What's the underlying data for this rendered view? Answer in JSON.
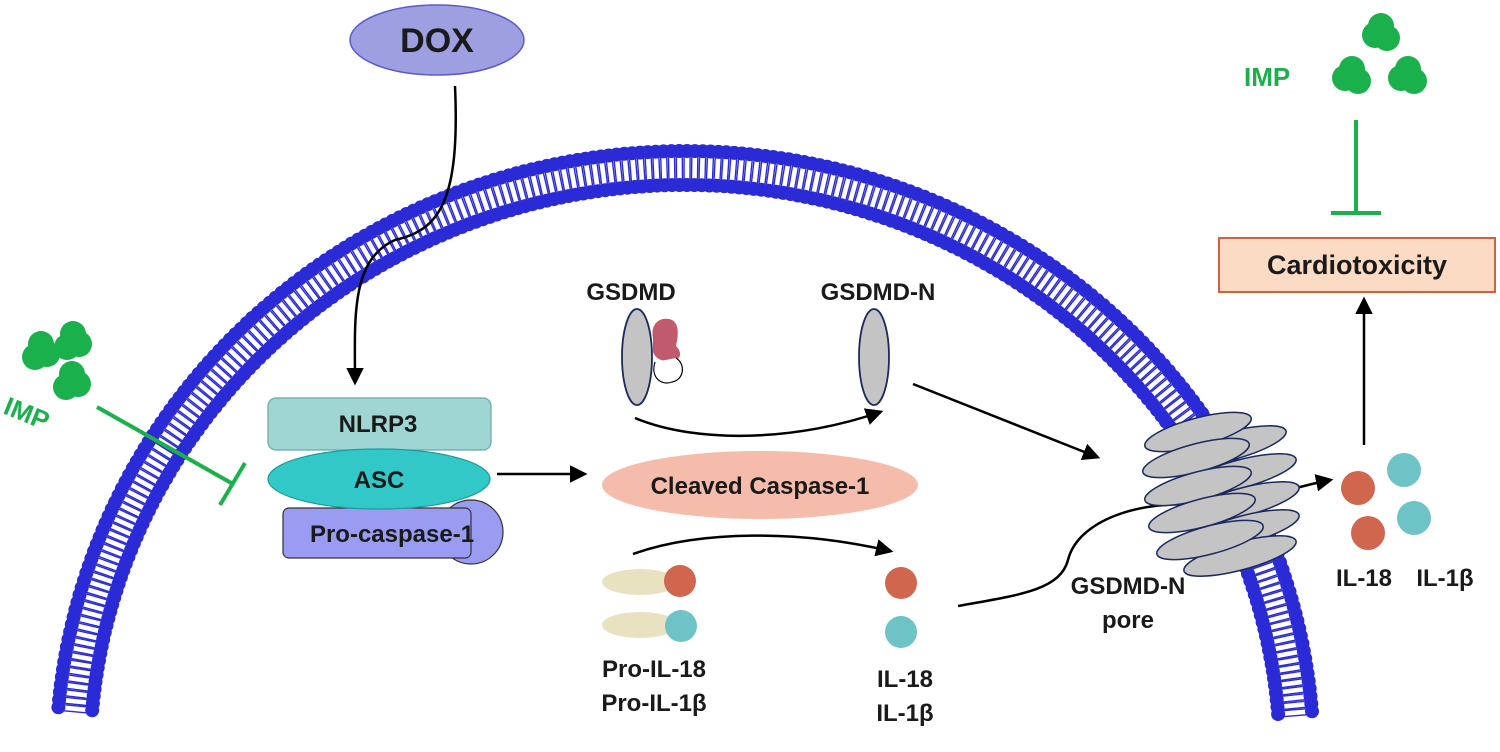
{
  "labels": {
    "dox": "DOX",
    "imp_left": "IMP",
    "imp_right": "IMP",
    "nlrp3": "NLRP3",
    "asc": "ASC",
    "pro_caspase": "Pro-caspase-1",
    "gsdmd": "GSDMD",
    "gsdmd_n": "GSDMD-N",
    "cleaved_caspase": "Cleaved Caspase-1",
    "pro_il18": "Pro-IL-18",
    "pro_il1b": "Pro-IL-1β",
    "il18_mid": "IL-18",
    "il1b_mid": "IL-1β",
    "pore_line1": "GSDMD-N",
    "pore_line2": "pore",
    "il18_out": "IL-18",
    "il1b_out": "IL-1β",
    "cardiotoxicity": "Cardiotoxicity"
  },
  "colors": {
    "membrane": "#2a2ad6",
    "imp_green": "#1ab04b",
    "dox_fill": "#9e9fe0",
    "nlrp3_fill": "#9fd6d4",
    "asc_fill": "#33c8c8",
    "procasp_fill": "#9a9cf2",
    "cleaved_fill": "#f6bcab",
    "il18_ball": "#d0664e",
    "il1b_ball": "#6ec3c6",
    "pro_tail": "#e8e2c0",
    "gsdmd_gray": "#c4c4c4",
    "gsdmd_c": "#c25a6e",
    "cardio_fill": "#fbdbc4",
    "cardio_border": "#d0603e"
  }
}
